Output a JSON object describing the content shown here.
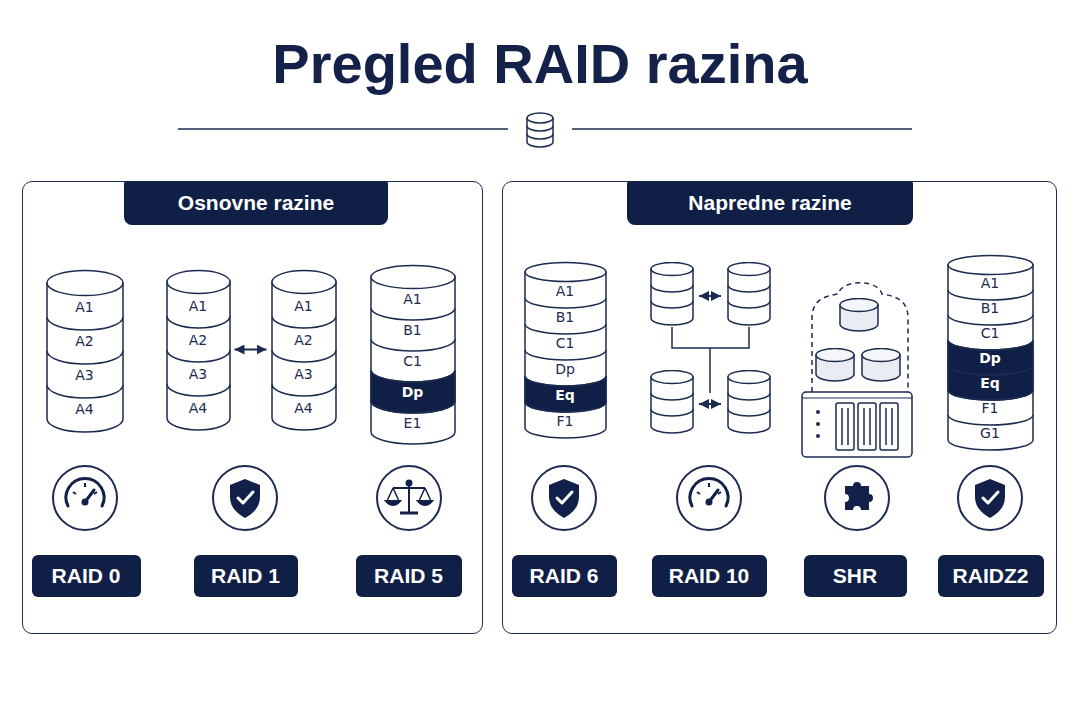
{
  "diagram": {
    "title": "Pregled RAID razina",
    "nodes": [
      {
        "text": [
          "Osnovne razine"
        ]
      },
      {
        "text": [
          "A1",
          "A2",
          "A3",
          "A4"
        ],
        "in": 0
      },
      {
        "text": [
          "A1",
          "A2",
          "A3",
          "A4"
        ],
        "in": 0
      },
      {
        "text": [
          "A1",
          "A2",
          "A3",
          "A4"
        ],
        "in": 0
      },
      {
        "text": [
          "A1",
          "B1",
          "C1",
          "Dp",
          "E1"
        ],
        "in": 0
      },
      {
        "text": [
          "RAID 0"
        ],
        "in": 0
      },
      {
        "text": [
          "RAID 1"
        ],
        "in": 0
      },
      {
        "text": [
          "RAID 5"
        ],
        "in": 0
      },
      {
        "text": [
          "Napredne razine"
        ]
      },
      {
        "text": [
          "A1",
          "B1",
          "C1",
          "Dp",
          "Eq",
          "F1"
        ],
        "in": 8
      },
      {
        "text": [
          "A1",
          "B1",
          "C1",
          "Dp",
          "Eq",
          "F1",
          "G1"
        ],
        "in": 8
      },
      {
        "text": [
          "RAID 6"
        ],
        "in": 8
      },
      {
        "text": [
          "RAID 10"
        ],
        "in": 8
      },
      {
        "text": [
          "SHR"
        ],
        "in": 8
      },
      {
        "text": [
          "RAIDZ2"
        ],
        "in": 8
      }
    ],
    "edges": [
      {
        "from": 2,
        "to": 3,
        "arrow": "both"
      }
    ]
  }
}
